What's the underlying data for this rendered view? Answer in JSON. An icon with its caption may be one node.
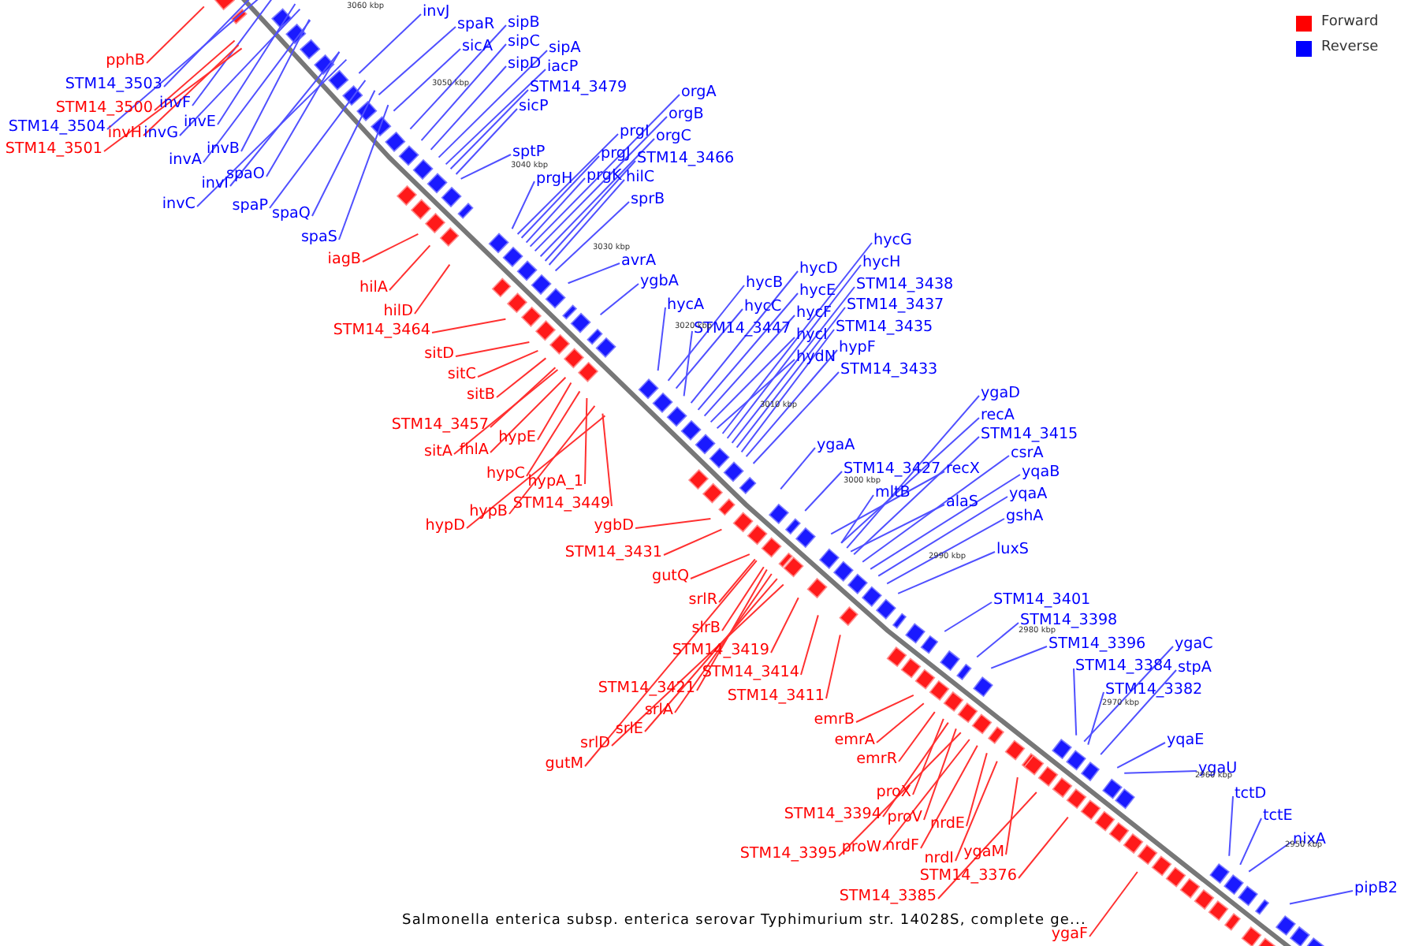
{
  "diagram": {
    "caption": "Salmonella enterica subsp. enterica serovar Typhimurium str. 14028S, complete ge...",
    "nodes": [
      {
        "text": [
          "pphB"
        ]
      },
      {
        "text": [
          "invJ"
        ]
      },
      {
        "text": [
          "spaR"
        ]
      },
      {
        "text": [
          "sipB"
        ]
      },
      {
        "text": [
          "STM14_3503"
        ]
      },
      {
        "text": [
          "sicA"
        ]
      },
      {
        "text": [
          "sipC"
        ]
      },
      {
        "text": [
          "sipA"
        ]
      },
      {
        "text": [
          "sipD"
        ]
      },
      {
        "text": [
          "iacP"
        ]
      },
      {
        "text": [
          "STM14_3479"
        ]
      },
      {
        "text": [
          "orgA"
        ]
      },
      {
        "text": [
          "invF"
        ]
      },
      {
        "text": [
          "STM14_3500"
        ]
      },
      {
        "text": [
          "sicP"
        ]
      },
      {
        "text": [
          "orgB"
        ]
      },
      {
        "text": [
          "invE"
        ]
      },
      {
        "text": [
          "STM14_3504"
        ]
      },
      {
        "text": [
          "prgI"
        ]
      },
      {
        "text": [
          "invH"
        ]
      },
      {
        "text": [
          "invG"
        ]
      },
      {
        "text": [
          "orgC"
        ]
      },
      {
        "text": [
          "STM14_3501"
        ]
      },
      {
        "text": [
          "invB"
        ]
      },
      {
        "text": [
          "sptP"
        ]
      },
      {
        "text": [
          "prgJ"
        ]
      },
      {
        "text": [
          "STM14_3466"
        ]
      },
      {
        "text": [
          "invA"
        ]
      },
      {
        "text": [
          "spaO"
        ]
      },
      {
        "text": [
          "prgK"
        ]
      },
      {
        "text": [
          "hilC"
        ]
      },
      {
        "text": [
          "prgH"
        ]
      },
      {
        "text": [
          "invI"
        ]
      },
      {
        "text": [
          "sprB"
        ]
      },
      {
        "text": [
          "invC"
        ]
      },
      {
        "text": [
          "spaP"
        ]
      },
      {
        "text": [
          "spaQ"
        ]
      },
      {
        "text": [
          "spaS"
        ]
      },
      {
        "text": [
          "hycG"
        ]
      },
      {
        "text": [
          "iagB"
        ]
      },
      {
        "text": [
          "avrA"
        ]
      },
      {
        "text": [
          "hycH"
        ]
      },
      {
        "text": [
          "hycD"
        ]
      },
      {
        "text": [
          "ygbA"
        ]
      },
      {
        "text": [
          "hycB"
        ]
      },
      {
        "text": [
          "STM14_3438"
        ]
      },
      {
        "text": [
          "hilA"
        ]
      },
      {
        "text": [
          "hycE"
        ]
      },
      {
        "text": [
          "hycA"
        ]
      },
      {
        "text": [
          "STM14_3437"
        ]
      },
      {
        "text": [
          "hycC"
        ]
      },
      {
        "text": [
          "hilD"
        ]
      },
      {
        "text": [
          "hycF"
        ]
      },
      {
        "text": [
          "STM14_3435"
        ]
      },
      {
        "text": [
          "STM14_3447"
        ]
      },
      {
        "text": [
          "STM14_3464"
        ]
      },
      {
        "text": [
          "hycI"
        ]
      },
      {
        "text": [
          "hypF"
        ]
      },
      {
        "text": [
          "sitD"
        ]
      },
      {
        "text": [
          "hydN"
        ]
      },
      {
        "text": [
          "STM14_3433"
        ]
      },
      {
        "text": [
          "sitC"
        ]
      },
      {
        "text": [
          "ygaD"
        ]
      },
      {
        "text": [
          "sitB"
        ]
      },
      {
        "text": [
          "recA"
        ]
      },
      {
        "text": [
          "STM14_3457"
        ]
      },
      {
        "text": [
          "STM14_3415"
        ]
      },
      {
        "text": [
          "hypE"
        ]
      },
      {
        "text": [
          "ygaA"
        ]
      },
      {
        "text": [
          "sitA"
        ]
      },
      {
        "text": [
          "fhlA"
        ]
      },
      {
        "text": [
          "csrA"
        ]
      },
      {
        "text": [
          "STM14_3427"
        ]
      },
      {
        "text": [
          "recX"
        ]
      },
      {
        "text": [
          "yqaB"
        ]
      },
      {
        "text": [
          "hypC"
        ]
      },
      {
        "text": [
          "hypA_1"
        ]
      },
      {
        "text": [
          "mltB"
        ]
      },
      {
        "text": [
          "yqaA"
        ]
      },
      {
        "text": [
          "alaS"
        ]
      },
      {
        "text": [
          "STM14_3449"
        ]
      },
      {
        "text": [
          "hypB"
        ]
      },
      {
        "text": [
          "gshA"
        ]
      },
      {
        "text": [
          "hypD"
        ]
      },
      {
        "text": [
          "ygbD"
        ]
      },
      {
        "text": [
          "luxS"
        ]
      },
      {
        "text": [
          "STM14_3431"
        ]
      },
      {
        "text": [
          "gutQ"
        ]
      },
      {
        "text": [
          "STM14_3401"
        ]
      },
      {
        "text": [
          "srlR"
        ]
      },
      {
        "text": [
          "STM14_3398"
        ]
      },
      {
        "text": [
          "slrB"
        ]
      },
      {
        "text": [
          "STM14_3396"
        ]
      },
      {
        "text": [
          "ygaC"
        ]
      },
      {
        "text": [
          "STM14_3419"
        ]
      },
      {
        "text": [
          "STM14_3384"
        ]
      },
      {
        "text": [
          "stpA"
        ]
      },
      {
        "text": [
          "STM14_3414"
        ]
      },
      {
        "text": [
          "STM14_3421"
        ]
      },
      {
        "text": [
          "STM14_3382"
        ]
      },
      {
        "text": [
          "STM14_3411"
        ]
      },
      {
        "text": [
          "srlA"
        ]
      },
      {
        "text": [
          "emrB"
        ]
      },
      {
        "text": [
          "srlE"
        ]
      },
      {
        "text": [
          "yqaE"
        ]
      },
      {
        "text": [
          "emrA"
        ]
      },
      {
        "text": [
          "srlD"
        ]
      },
      {
        "text": [
          "emrR"
        ]
      },
      {
        "text": [
          "gutM"
        ]
      },
      {
        "text": [
          "ygaU"
        ]
      },
      {
        "text": [
          "proX"
        ]
      },
      {
        "text": [
          "tctD"
        ]
      },
      {
        "text": [
          "STM14_3394"
        ]
      },
      {
        "text": [
          "proV"
        ]
      },
      {
        "text": [
          "tctE"
        ]
      },
      {
        "text": [
          "nrdE"
        ]
      },
      {
        "text": [
          "nixA"
        ]
      },
      {
        "text": [
          "proW"
        ]
      },
      {
        "text": [
          "nrdF"
        ]
      },
      {
        "text": [
          "ygaM"
        ]
      },
      {
        "text": [
          "STM14_3395"
        ]
      },
      {
        "text": [
          "nrdI"
        ]
      },
      {
        "text": [
          "STM14_3376"
        ]
      },
      {
        "text": [
          "pipB2"
        ]
      },
      {
        "text": [
          "STM14_3385"
        ]
      },
      {
        "text": [
          "ygaF"
        ]
      }
    ],
    "edges": [
      {
        "from": 0,
        "to": null,
        "arrow": "none",
        "color": "#ff3030"
      },
      {
        "from": 1,
        "to": null,
        "arrow": "none"
      },
      {
        "from": 2,
        "to": null,
        "arrow": "none"
      },
      {
        "from": 3,
        "to": null,
        "arrow": "none"
      },
      {
        "from": 4,
        "to": null,
        "arrow": "none"
      },
      {
        "from": 5,
        "to": null,
        "arrow": "none"
      },
      {
        "from": 6,
        "to": null,
        "arrow": "none"
      },
      {
        "from": 7,
        "to": null,
        "arrow": "none"
      },
      {
        "from": 8,
        "to": null,
        "arrow": "none"
      },
      {
        "from": 9,
        "to": null,
        "arrow": "none"
      },
      {
        "from": 10,
        "to": null,
        "arrow": "none"
      },
      {
        "from": 11,
        "to": null,
        "arrow": "none"
      },
      {
        "from": 12,
        "to": null,
        "arrow": "none"
      },
      {
        "from": 13,
        "to": null,
        "arrow": "none",
        "color": "#ff3030"
      },
      {
        "from": 14,
        "to": null,
        "arrow": "none"
      },
      {
        "from": 15,
        "to": null,
        "arrow": "none"
      },
      {
        "from": 16,
        "to": null,
        "arrow": "none"
      },
      {
        "from": 17,
        "to": null,
        "arrow": "none"
      },
      {
        "from": 18,
        "to": null,
        "arrow": "none"
      },
      {
        "from": 19,
        "to": null,
        "arrow": "none",
        "color": "#ff3030"
      },
      {
        "from": 20,
        "to": null,
        "arrow": "none"
      },
      {
        "from": 21,
        "to": null,
        "arrow": "none"
      },
      {
        "from": 22,
        "to": null,
        "arrow": "none",
        "color": "#ff3030"
      },
      {
        "from": 23,
        "to": null,
        "arrow": "none"
      },
      {
        "from": 24,
        "to": null,
        "arrow": "none"
      },
      {
        "from": 25,
        "to": null,
        "arrow": "none"
      },
      {
        "from": 26,
        "to": null,
        "arrow": "none"
      },
      {
        "from": 27,
        "to": null,
        "arrow": "none"
      },
      {
        "from": 28,
        "to": null,
        "arrow": "none"
      },
      {
        "from": 29,
        "to": null,
        "arrow": "none"
      },
      {
        "from": 30,
        "to": null,
        "arrow": "none"
      },
      {
        "from": 31,
        "to": null,
        "arrow": "none"
      },
      {
        "from": 32,
        "to": null,
        "arrow": "none"
      },
      {
        "from": 33,
        "to": null,
        "arrow": "none"
      },
      {
        "from": 34,
        "to": null,
        "arrow": "none"
      },
      {
        "from": 35,
        "to": null,
        "arrow": "none"
      },
      {
        "from": 36,
        "to": null,
        "arrow": "none"
      },
      {
        "from": 37,
        "to": null,
        "arrow": "none"
      },
      {
        "from": 38,
        "to": null,
        "arrow": "none"
      },
      {
        "from": 39,
        "to": null,
        "arrow": "none",
        "color": "#ff3030"
      },
      {
        "from": 40,
        "to": null,
        "arrow": "none"
      },
      {
        "from": 41,
        "to": null,
        "arrow": "none"
      },
      {
        "from": 42,
        "to": null,
        "arrow": "none"
      },
      {
        "from": 43,
        "to": null,
        "arrow": "none"
      },
      {
        "from": 44,
        "to": null,
        "arrow": "none"
      },
      {
        "from": 45,
        "to": null,
        "arrow": "none"
      },
      {
        "from": 46,
        "to": null,
        "arrow": "none",
        "color": "#ff3030"
      },
      {
        "from": 47,
        "to": null,
        "arrow": "none"
      },
      {
        "from": 48,
        "to": null,
        "arrow": "none"
      },
      {
        "from": 49,
        "to": null,
        "arrow": "none"
      },
      {
        "from": 50,
        "to": null,
        "arrow": "none"
      },
      {
        "from": 51,
        "to": null,
        "arrow": "none",
        "color": "#ff3030"
      },
      {
        "from": 52,
        "to": null,
        "arrow": "none"
      },
      {
        "from": 53,
        "to": null,
        "arrow": "none"
      },
      {
        "from": 54,
        "to": null,
        "arrow": "none"
      },
      {
        "from": 55,
        "to": null,
        "arrow": "none",
        "color": "#ff3030"
      },
      {
        "from": 56,
        "to": null,
        "arrow": "none"
      },
      {
        "from": 57,
        "to": null,
        "arrow": "none"
      },
      {
        "from": 58,
        "to": null,
        "arrow": "none",
        "color": "#ff3030"
      },
      {
        "from": 59,
        "to": null,
        "arrow": "none"
      },
      {
        "from": 60,
        "to": null,
        "arrow": "none"
      },
      {
        "from": 61,
        "to": null,
        "arrow": "none",
        "color": "#ff3030"
      },
      {
        "from": 62,
        "to": null,
        "arrow": "none"
      },
      {
        "from": 63,
        "to": null,
        "arrow": "none",
        "color": "#ff3030"
      },
      {
        "from": 64,
        "to": null,
        "arrow": "none"
      },
      {
        "from": 65,
        "to": null,
        "arrow": "none",
        "color": "#ff3030"
      },
      {
        "from": 66,
        "to": null,
        "arrow": "none"
      },
      {
        "from": 67,
        "to": null,
        "arrow": "none",
        "color": "#ff3030"
      },
      {
        "from": 68,
        "to": null,
        "arrow": "none"
      },
      {
        "from": 69,
        "to": null,
        "arrow": "none",
        "color": "#ff3030"
      },
      {
        "from": 70,
        "to": null,
        "arrow": "none",
        "color": "#ff3030"
      },
      {
        "from": 71,
        "to": null,
        "arrow": "none"
      },
      {
        "from": 72,
        "to": null,
        "arrow": "none"
      },
      {
        "from": 73,
        "to": null,
        "arrow": "none"
      },
      {
        "from": 74,
        "to": null,
        "arrow": "none"
      },
      {
        "from": 75,
        "to": null,
        "arrow": "none",
        "color": "#ff3030"
      },
      {
        "from": 76,
        "to": null,
        "arrow": "none",
        "color": "#ff3030"
      },
      {
        "from": 77,
        "to": null,
        "arrow": "none"
      },
      {
        "from": 78,
        "to": null,
        "arrow": "none"
      },
      {
        "from": 79,
        "to": null,
        "arrow": "none"
      },
      {
        "from": 80,
        "to": null,
        "arrow": "none",
        "color": "#ff3030"
      },
      {
        "from": 81,
        "to": null,
        "arrow": "none",
        "color": "#ff3030"
      },
      {
        "from": 82,
        "to": null,
        "arrow": "none"
      },
      {
        "from": 83,
        "to": null,
        "arrow": "none",
        "color": "#ff3030"
      },
      {
        "from": 84,
        "to": null,
        "arrow": "none",
        "color": "#ff3030"
      },
      {
        "from": 85,
        "to": null,
        "arrow": "none"
      },
      {
        "from": 86,
        "to": null,
        "arrow": "none",
        "color": "#ff3030"
      },
      {
        "from": 87,
        "to": null,
        "arrow": "none",
        "color": "#ff3030"
      },
      {
        "from": 88,
        "to": null,
        "arrow": "none"
      },
      {
        "from": 89,
        "to": null,
        "arrow": "none",
        "color": "#ff3030"
      },
      {
        "from": 90,
        "to": null,
        "arrow": "none"
      },
      {
        "from": 91,
        "to": null,
        "arrow": "none",
        "color": "#ff3030"
      },
      {
        "from": 92,
        "to": null,
        "arrow": "none"
      },
      {
        "from": 93,
        "to": null,
        "arrow": "none"
      },
      {
        "from": 94,
        "to": null,
        "arrow": "none",
        "color": "#ff3030"
      },
      {
        "from": 95,
        "to": null,
        "arrow": "none"
      },
      {
        "from": 96,
        "to": null,
        "arrow": "none"
      },
      {
        "from": 97,
        "to": null,
        "arrow": "none",
        "color": "#ff3030"
      },
      {
        "from": 98,
        "to": null,
        "arrow": "none",
        "color": "#ff3030"
      },
      {
        "from": 99,
        "to": null,
        "arrow": "none"
      },
      {
        "from": 100,
        "to": null,
        "arrow": "none",
        "color": "#ff3030"
      },
      {
        "from": 101,
        "to": null,
        "arrow": "none",
        "color": "#ff3030"
      },
      {
        "from": 102,
        "to": null,
        "arrow": "none",
        "color": "#ff3030"
      },
      {
        "from": 103,
        "to": null,
        "arrow": "none",
        "color": "#ff3030"
      },
      {
        "from": 104,
        "to": null,
        "arrow": "none"
      },
      {
        "from": 105,
        "to": null,
        "arrow": "none",
        "color": "#ff3030"
      },
      {
        "from": 106,
        "to": null,
        "arrow": "none",
        "color": "#ff3030"
      },
      {
        "from": 107,
        "to": null,
        "arrow": "none",
        "color": "#ff3030"
      },
      {
        "from": 108,
        "to": null,
        "arrow": "none",
        "color": "#ff3030"
      },
      {
        "from": 109,
        "to": null,
        "arrow": "none"
      },
      {
        "from": 110,
        "to": null,
        "arrow": "none",
        "color": "#ff3030"
      },
      {
        "from": 111,
        "to": null,
        "arrow": "none"
      },
      {
        "from": 112,
        "to": null,
        "arrow": "none",
        "color": "#ff3030"
      },
      {
        "from": 113,
        "to": null,
        "arrow": "none",
        "color": "#ff3030"
      },
      {
        "from": 114,
        "to": null,
        "arrow": "none"
      },
      {
        "from": 115,
        "to": null,
        "arrow": "none",
        "color": "#ff3030"
      },
      {
        "from": 116,
        "to": null,
        "arrow": "none"
      },
      {
        "from": 117,
        "to": null,
        "arrow": "none",
        "color": "#ff3030"
      },
      {
        "from": 118,
        "to": null,
        "arrow": "none",
        "color": "#ff3030"
      },
      {
        "from": 119,
        "to": null,
        "arrow": "none",
        "color": "#ff3030"
      },
      {
        "from": 120,
        "to": null,
        "arrow": "none",
        "color": "#ff3030"
      },
      {
        "from": 121,
        "to": null,
        "arrow": "none",
        "color": "#ff3030"
      },
      {
        "from": 122,
        "to": null,
        "arrow": "none",
        "color": "#ff3030"
      },
      {
        "from": 123,
        "to": null,
        "arrow": "none"
      },
      {
        "from": 124,
        "to": null,
        "arrow": "none",
        "color": "#ff3030"
      },
      {
        "from": 125,
        "to": null,
        "arrow": "none",
        "color": "#ff3030"
      }
    ],
    "labels": [
      "3060 kbp",
      "3050 kbp",
      "3040 kbp",
      "3030 kbp",
      "3020 kbp",
      "3010 kbp",
      "3000 kbp",
      "2990 kbp",
      "2980 kbp",
      "2970 kbp",
      "2960 kbp",
      "2950 kbp"
    ],
    "legend": [
      {
        "text": "Forward",
        "color": "#ff0000"
      },
      {
        "text": "Reverse",
        "color": "#0000ff"
      }
    ]
  }
}
